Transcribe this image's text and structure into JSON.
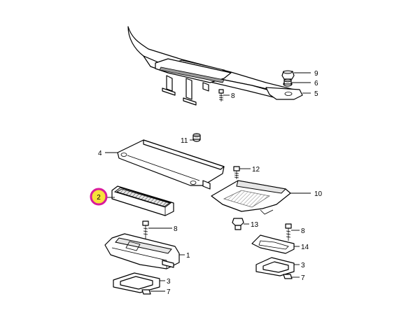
{
  "callouts": {
    "c9": "9",
    "c6": "6",
    "c5": "5",
    "c8a": "8",
    "c11": "11",
    "c4": "4",
    "c12": "12",
    "c10": "10",
    "c2": "2",
    "c8b": "8",
    "c13": "13",
    "c8c": "8",
    "c14": "14",
    "c1": "1",
    "c3a": "3",
    "c3b": "3",
    "c7a": "7",
    "c7b": "7"
  },
  "highlight": {
    "color": "#d91a9c",
    "fill": "#f7e13a"
  }
}
